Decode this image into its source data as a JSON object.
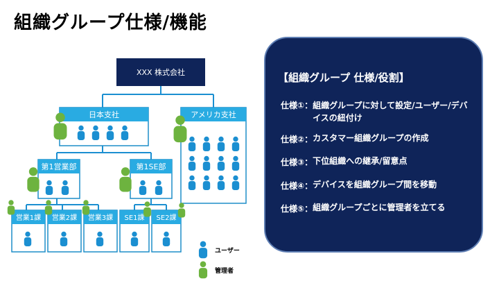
{
  "title": "組織グループ仕様/機能",
  "org": {
    "root": "XXX 株式会社",
    "branch_japan": "日本支社",
    "branch_america": "アメリカ支社",
    "dept_sales1": "第1営業部",
    "dept_se1": "第1SE部",
    "sec_sales1": "営業1課",
    "sec_sales2": "営業2課",
    "sec_sales3": "営業3課",
    "sec_se1": "SE1課",
    "sec_se2": "SE2課"
  },
  "legend": {
    "user": "ユーザー",
    "admin": "管理者"
  },
  "colors": {
    "box": "#29abe2",
    "border": "#1d8dc9",
    "root": "#0f2459",
    "user": "#1b8fd1",
    "admin": "#6db33f",
    "line": "#1b8fd1"
  },
  "panel": {
    "title": "【組織グループ 仕様/役割】",
    "specs": [
      {
        "key": "仕様①：",
        "text": "組織グループに対して設定/ユーザー/デバイスの紐付け"
      },
      {
        "key": "仕様②：",
        "text": "カスタマー組織グループの作成"
      },
      {
        "key": "仕様③：",
        "text": "下位組織への継承/留意点"
      },
      {
        "key": "仕様④：",
        "text": "デバイスを組織グループ間を移動"
      },
      {
        "key": "仕様⑤：",
        "text": "組織グループごとに管理者を立てる"
      }
    ]
  }
}
